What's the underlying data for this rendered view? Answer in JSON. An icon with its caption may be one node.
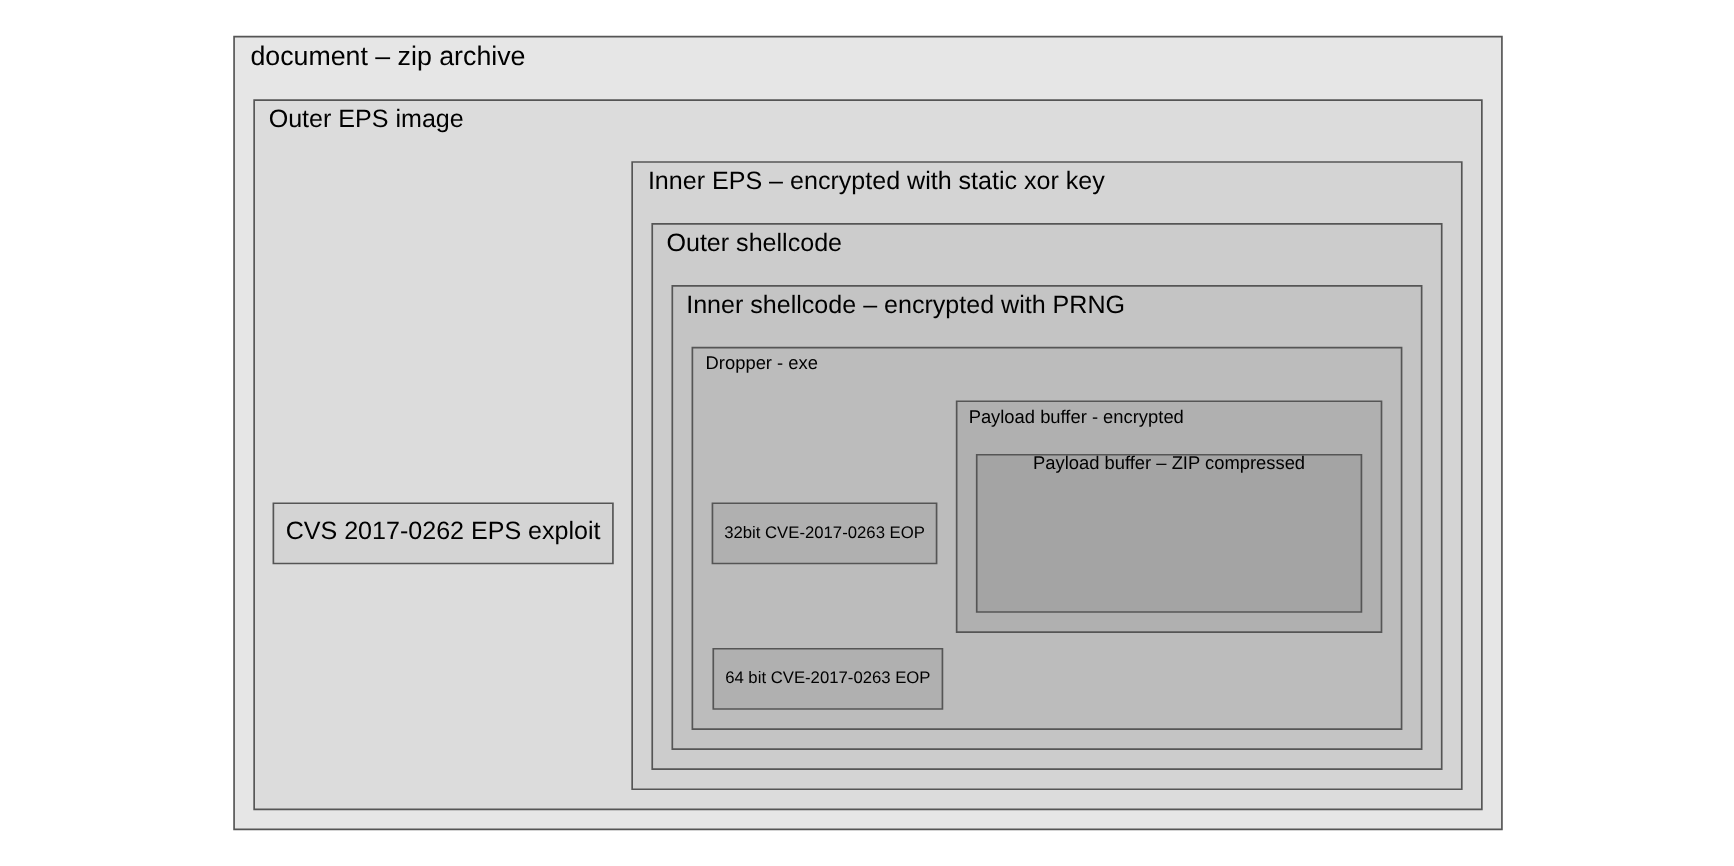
{
  "diagram": {
    "nodes": [
      {
        "text": [
          "document – zip archive"
        ]
      },
      {
        "text": [
          "Outer EPS image"
        ],
        "in": 0
      },
      {
        "text": [
          "Inner EPS – encrypted with static xor key"
        ],
        "in": 1
      },
      {
        "text": [
          "Outer shellcode"
        ],
        "in": 2
      },
      {
        "text": [
          "Inner shellcode – encrypted with PRNG"
        ],
        "in": 3
      },
      {
        "text": [
          "Dropper - exe"
        ],
        "in": 4
      },
      {
        "text": [
          "Payload buffer - encrypted"
        ],
        "in": 5
      },
      {
        "text": [
          "Payload buffer – ZIP compressed"
        ],
        "in": 6
      },
      {
        "text": [
          "32bit CVE-2017-0263 EOP"
        ],
        "in": 5
      },
      {
        "text": [
          "64 bit CVE-2017-0263 EOP"
        ],
        "in": 5
      },
      {
        "text": [
          "CVS 2017-0262 EPS exploit"
        ],
        "in": 1
      }
    ]
  }
}
